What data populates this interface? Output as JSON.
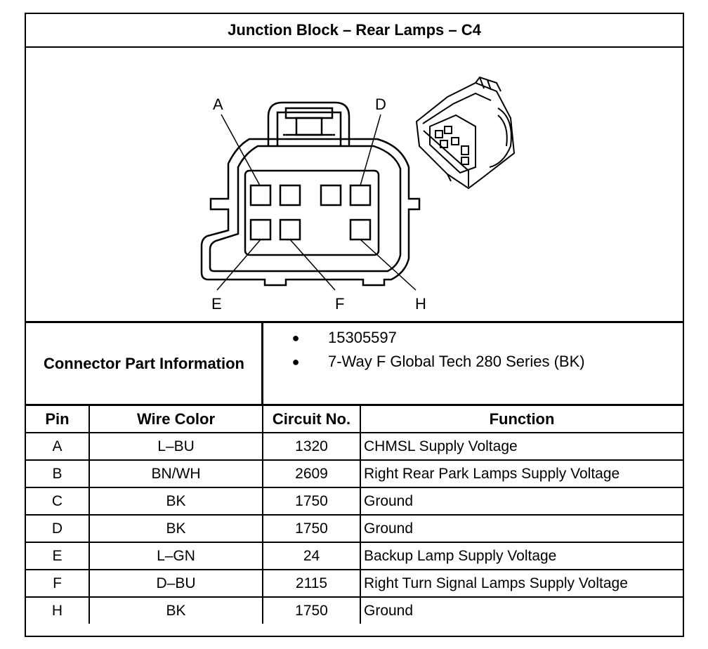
{
  "title": "Junction Block – Rear Lamps – C4",
  "drawing": {
    "pin_labels": [
      "A",
      "D",
      "E",
      "F",
      "H"
    ]
  },
  "connector_info": {
    "label": "Connector Part Information",
    "items": [
      "15305597",
      "7-Way F Global Tech 280 Series (BK)"
    ]
  },
  "table": {
    "headers": {
      "pin": "Pin",
      "wire_color": "Wire Color",
      "circuit": "Circuit No.",
      "function": "Function"
    },
    "rows": [
      {
        "pin": "A",
        "wire_color": "L–BU",
        "circuit": "1320",
        "function": "CHMSL Supply Voltage"
      },
      {
        "pin": "B",
        "wire_color": "BN/WH",
        "circuit": "2609",
        "function": "Right Rear Park Lamps Supply Voltage"
      },
      {
        "pin": "C",
        "wire_color": "BK",
        "circuit": "1750",
        "function": "Ground"
      },
      {
        "pin": "D",
        "wire_color": "BK",
        "circuit": "1750",
        "function": "Ground"
      },
      {
        "pin": "E",
        "wire_color": "L–GN",
        "circuit": "24",
        "function": "Backup Lamp Supply Voltage"
      },
      {
        "pin": "F",
        "wire_color": "D–BU",
        "circuit": "2115",
        "function": "Right Turn Signal Lamps Supply Voltage"
      },
      {
        "pin": "H",
        "wire_color": "BK",
        "circuit": "1750",
        "function": "Ground"
      }
    ]
  }
}
